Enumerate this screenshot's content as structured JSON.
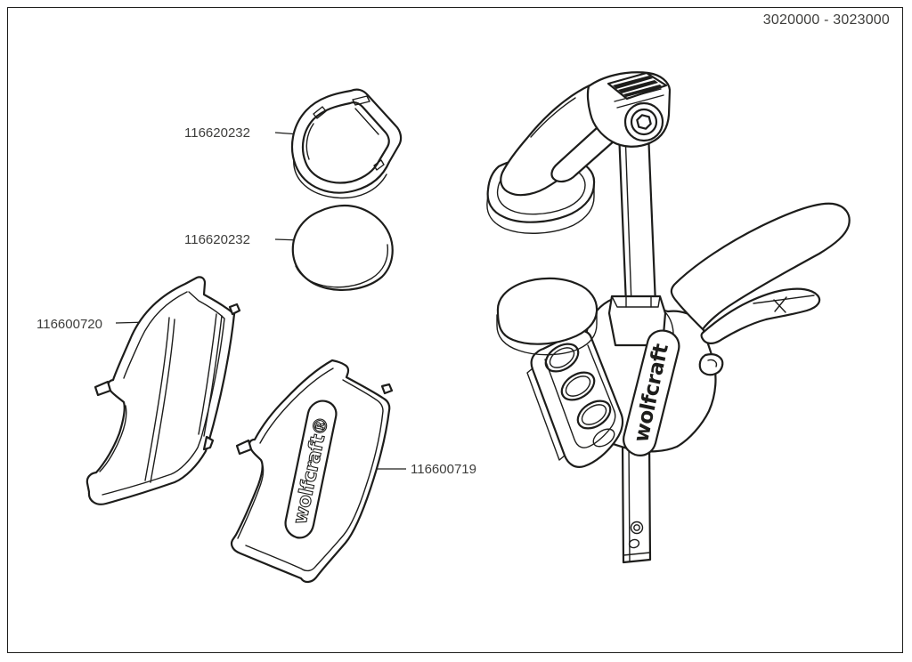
{
  "header": {
    "range_code": "3020000 - 3023000"
  },
  "labels": {
    "pad_frame": "116620232",
    "pad": "116620232",
    "cover_inner": "116600720",
    "cover_outer": "116600719"
  },
  "logos": {
    "cover_logo": "wolfcraft®",
    "body_logo": "wolfcraft"
  },
  "colors": {
    "line": "#1d1d1b",
    "label_text": "#3d3d3b",
    "background": "#ffffff"
  }
}
